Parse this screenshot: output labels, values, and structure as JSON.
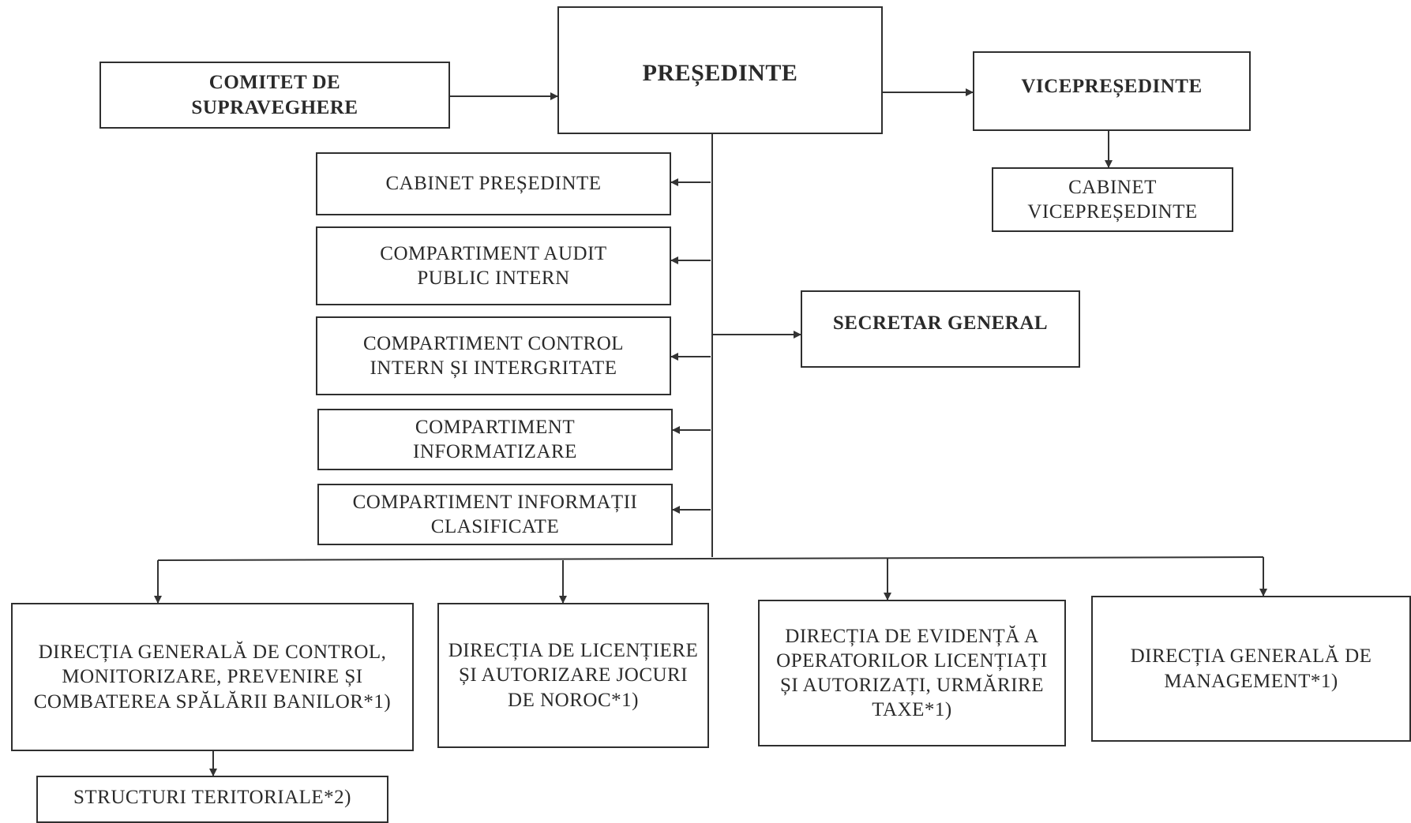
{
  "presedinte": "PREȘEDINTE",
  "comitet": "COMITET DE SUPRAVEGHERE",
  "vicepresedinte": "VICEPREȘEDINTE",
  "cabinet_vicepresedinte": "CABINET VICEPREȘEDINTE",
  "secretar_general": "SECRETAR GENERAL",
  "left_units": [
    "CABINET PREȘEDINTE",
    "COMPARTIMENT AUDIT PUBLIC INTERN",
    "COMPARTIMENT CONTROL INTERN ȘI INTERGRITATE",
    "COMPARTIMENT INFORMATIZARE",
    "COMPARTIMENT INFORMAȚII CLASIFICATE"
  ],
  "directions": [
    "DIRECȚIA GENERALĂ DE CONTROL, MONITORIZARE, PREVENIRE ȘI COMBATEREA SPĂLĂRII BANILOR*1)",
    "DIRECȚIA DE LICENȚIERE ȘI AUTORIZARE JOCURI DE NOROC*1)",
    "DIRECȚIA DE EVIDENȚĂ A OPERATORILOR LICENȚIAȚI ȘI AUTORIZAȚI, URMĂRIRE TAXE*1)",
    "DIRECȚIA GENERALĂ DE MANAGEMENT*1)"
  ],
  "structuri_teritoriale": "STRUCTURI TERITORIALE*2)"
}
